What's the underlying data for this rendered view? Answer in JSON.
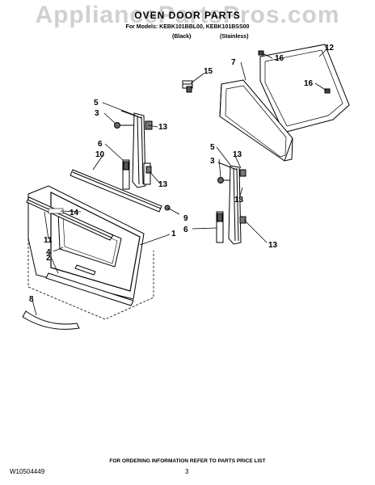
{
  "watermark": "AppliancePartsPros.com",
  "header": {
    "title": "OVEN DOOR PARTS",
    "models": "For Models: KEBK101BBL00, KEBK101BSS00",
    "variant_black": "(Black)",
    "variant_stainless": "(Stainless)"
  },
  "callouts": [
    {
      "id": "c12a",
      "label": "12"
    },
    {
      "id": "c16a",
      "label": "16"
    },
    {
      "id": "c7",
      "label": "7"
    },
    {
      "id": "c15",
      "label": "15"
    },
    {
      "id": "c16b",
      "label": "16"
    },
    {
      "id": "c5a",
      "label": "5"
    },
    {
      "id": "c3a",
      "label": "3"
    },
    {
      "id": "c13a",
      "label": "13"
    },
    {
      "id": "c6a",
      "label": "6"
    },
    {
      "id": "c10",
      "label": "10"
    },
    {
      "id": "c13b",
      "label": "13"
    },
    {
      "id": "c5b",
      "label": "5"
    },
    {
      "id": "c13c",
      "label": "13"
    },
    {
      "id": "c3b",
      "label": "3"
    },
    {
      "id": "c13d",
      "label": "13"
    },
    {
      "id": "c14",
      "label": "14"
    },
    {
      "id": "c9",
      "label": "9"
    },
    {
      "id": "c6b",
      "label": "6"
    },
    {
      "id": "c1",
      "label": "1"
    },
    {
      "id": "c11",
      "label": "11"
    },
    {
      "id": "c4",
      "label": "4"
    },
    {
      "id": "c2",
      "label": "2"
    },
    {
      "id": "c13e",
      "label": "13"
    },
    {
      "id": "c8",
      "label": "8"
    }
  ],
  "footer": {
    "ordering": "FOR ORDERING INFORMATION REFER TO PARTS PRICE LIST",
    "doc_number": "W10504449",
    "page_number": "3"
  }
}
